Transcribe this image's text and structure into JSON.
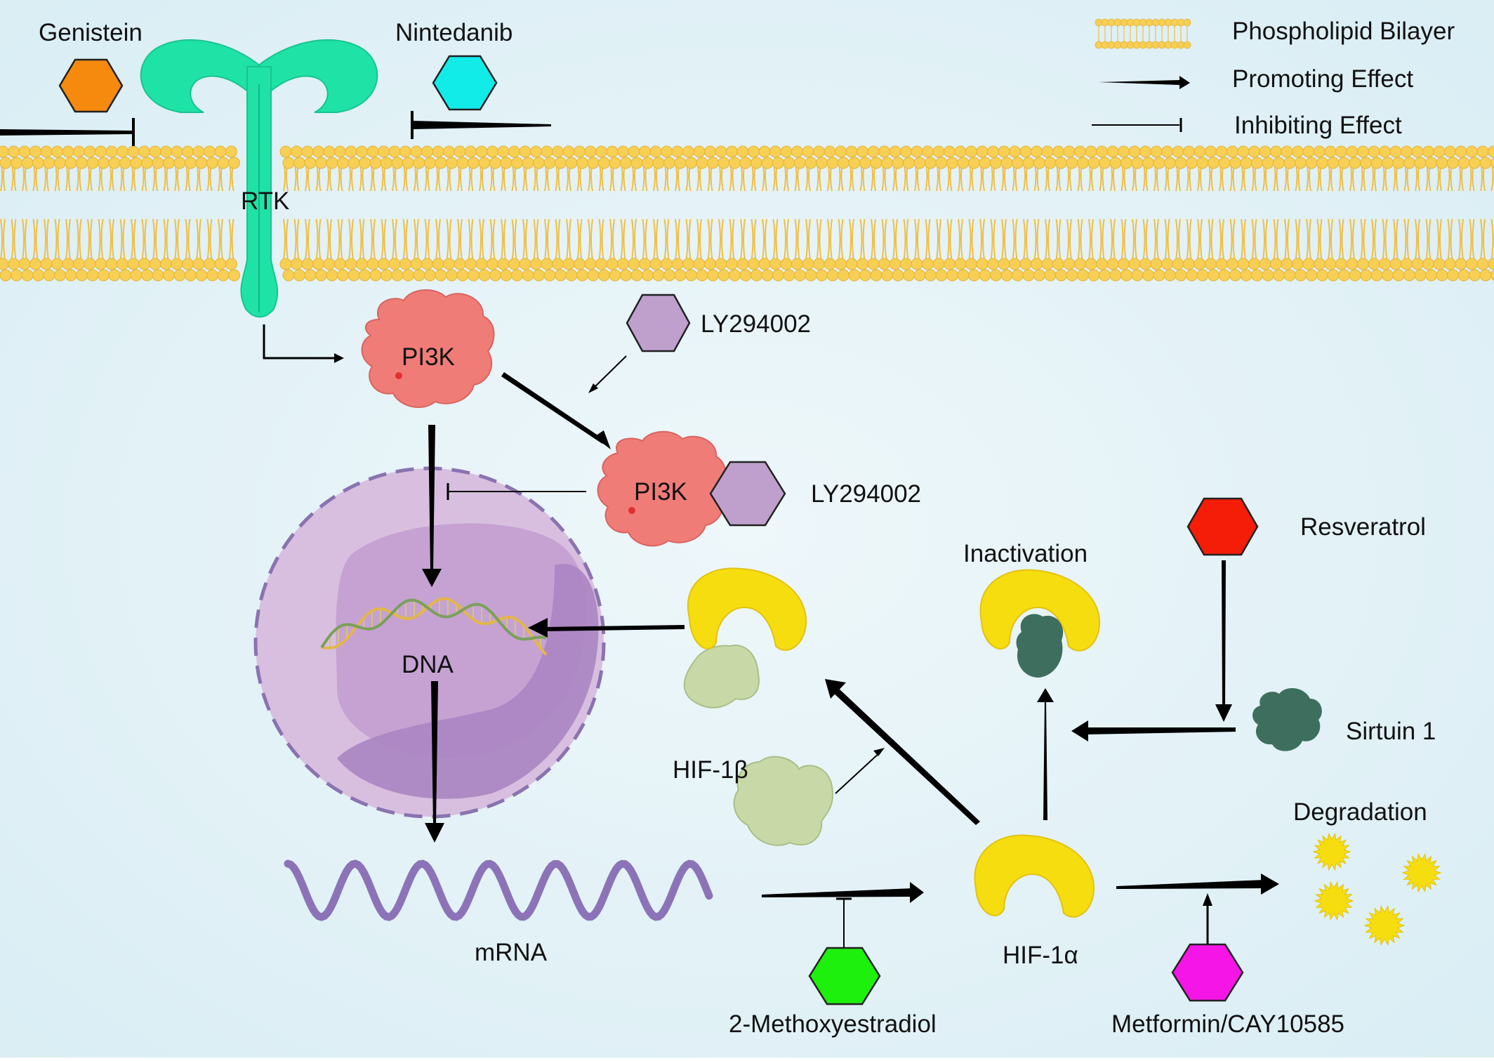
{
  "legend": {
    "bilayer": "Phospholipid Bilayer",
    "promoting": "Promoting Effect",
    "inhibiting": "Inhibiting Effect"
  },
  "drugs": {
    "genistein": "Genistein",
    "nintedanib": "Nintedanib",
    "ly_top": "LY294002",
    "ly_bound": "LY294002",
    "resveratrol": "Resveratrol",
    "methoxyestradiol": "2-Methoxyestradiol",
    "metformin": "Metformin/CAY10585"
  },
  "molecules": {
    "rtk": "RTK",
    "pi3k": "PI3K",
    "pi3k_bound": "PI3K",
    "dna": "DNA",
    "mrna": "mRNA",
    "hif1b": "HIF-1β",
    "hif1a": "HIF-1α",
    "sirtuin": "Sirtuin 1"
  },
  "states": {
    "inactivation": "Inactivation",
    "degradation": "Degradation"
  },
  "colors": {
    "background": "#e3f1f6",
    "membrane": "#f7cf55",
    "rtk": "#1fe3a6",
    "pi3k": "#f07c78",
    "nucleus": "#c7a5d0",
    "hif1a": "#f6dd10",
    "hif1b": "#c8d9a7",
    "sirtuin": "#3e6f5e",
    "genistein": "#f58a0e",
    "nintedanib": "#12ece9",
    "ly294002": "#bfa0cc",
    "resveratrol": "#f51d07",
    "methoxyestradiol": "#1ef00d",
    "metformin": "#f515e6",
    "mrna": "#8c73b8"
  }
}
